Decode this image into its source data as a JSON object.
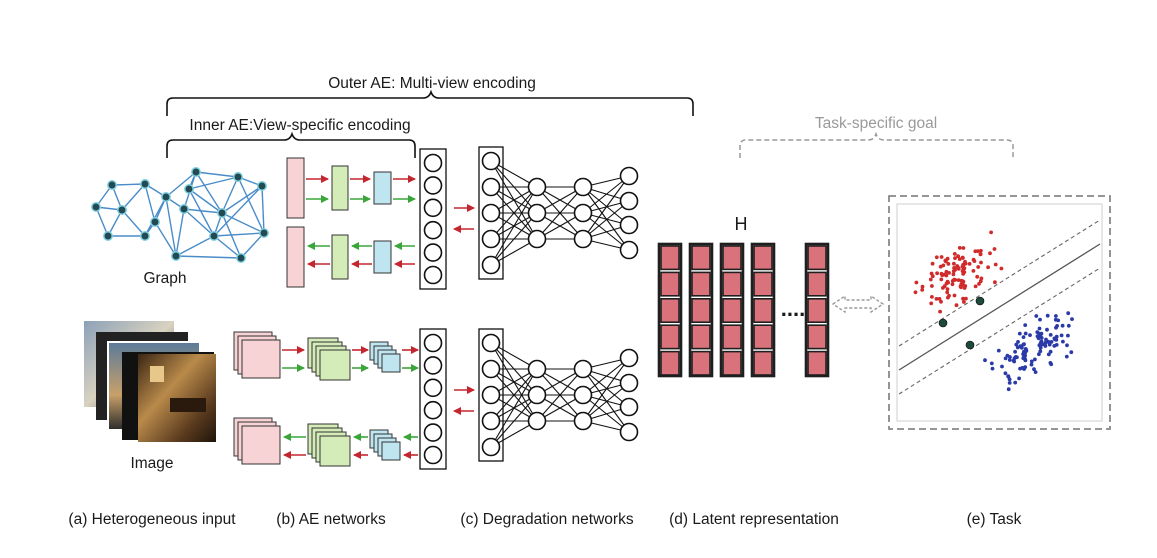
{
  "braces": {
    "outer_ae": "Outer AE: Multi-view encoding",
    "inner_ae": "Inner AE:View-specific encoding",
    "task_goal": "Task-specific goal"
  },
  "inputs": {
    "graph_label": "Graph",
    "image_label": "Image"
  },
  "latent": {
    "h_label": "H",
    "ellipsis": "...."
  },
  "captions": [
    "(a) Heterogeneous input",
    "(b) AE networks",
    "(c) Degradation networks",
    "(d) Latent representation",
    "(e) Task"
  ],
  "colors": {
    "encode_arrow": "#c3262e",
    "decode_arrow": "#3aa63a",
    "latent_cell": "#d9727a",
    "class_a_points": "#d12a2a",
    "class_b_points": "#2a3aa8",
    "graph_edges": "#4a8cc9",
    "goal_brace": "#9a9a9a"
  }
}
